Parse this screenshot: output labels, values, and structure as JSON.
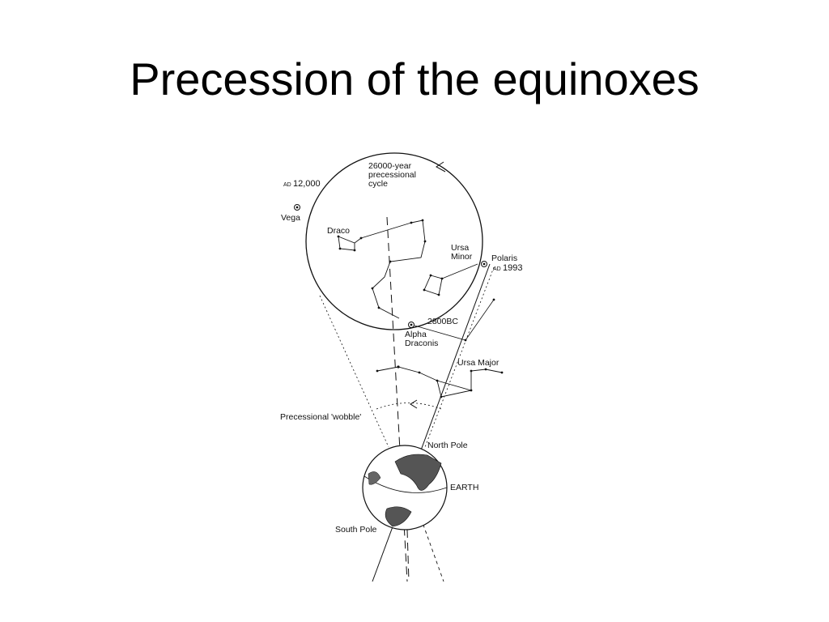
{
  "title": "Precession of the equinoxes",
  "labels": {
    "cycle_line1": "26000-year",
    "cycle_line2": "precessional",
    "cycle_line3": "cycle",
    "ad12000_prefix": "AD",
    "ad12000_year": "12,000",
    "vega": "Vega",
    "draco": "Draco",
    "ursa_minor_line1": "Ursa",
    "ursa_minor_line2": "Minor",
    "polaris": "Polaris",
    "ad1993_prefix": "AD",
    "ad1993_year": "1993",
    "bc2800": "2800BC",
    "alpha_line1": "Alpha",
    "alpha_line2": "Draconis",
    "ursa_major": "Ursa Major",
    "wobble": "Precessional 'wobble'",
    "north_pole": "North Pole",
    "earth": "EARTH",
    "south_pole": "South Pole"
  },
  "colors": {
    "ink": "#111111",
    "land": "#555555"
  }
}
